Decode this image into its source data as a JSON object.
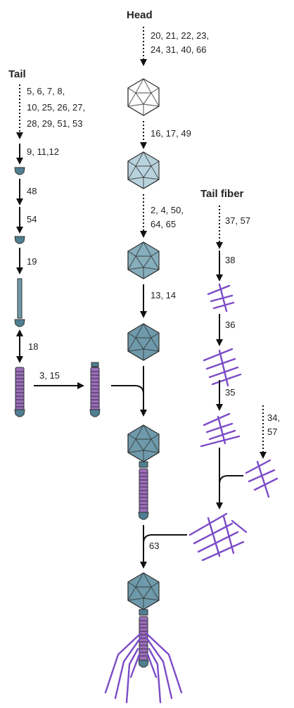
{
  "headers": {
    "head": "Head",
    "tail": "Tail",
    "tail_fiber": "Tail fiber"
  },
  "head_genes": {
    "step1": [
      "20, 21, 22, 23,",
      "24, 31, 40, 66"
    ],
    "step2": "16, 17, 49",
    "step3": [
      "2, 4, 50,",
      "64, 65"
    ],
    "step4": "13, 14"
  },
  "tail_genes": {
    "step1": [
      "5, 6, 7, 8,",
      "10, 25, 26, 27,",
      "28, 29, 51, 53"
    ],
    "step2": "9, 11,12",
    "step3": "48",
    "step4": "54",
    "step5": "19",
    "step6": "18",
    "step7": "3, 15"
  },
  "fiber_genes": {
    "step1": "37, 57",
    "step2": "38",
    "step3": "36",
    "step4": "35",
    "step5": [
      "34,",
      "57"
    ]
  },
  "assembly_gene": "63",
  "colors": {
    "capsid_pale": "#ffffff",
    "capsid_light": "#b9d3de",
    "capsid_mid": "#86aebd",
    "capsid_dark": "#4f7f91",
    "tail_purple": "#9b6fb8",
    "fiber_purple": "#7b4bc7",
    "arrow": "#111111"
  }
}
